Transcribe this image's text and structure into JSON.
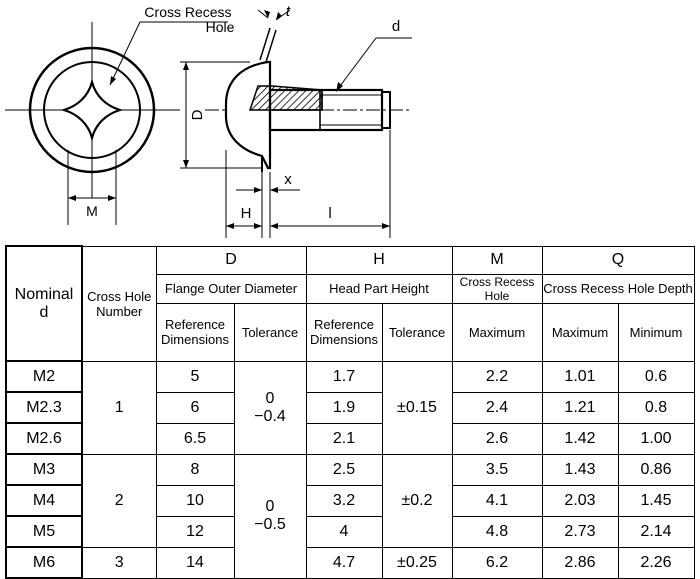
{
  "drawing": {
    "label_cross_recess_line1": "Cross Recess",
    "label_cross_recess_line2": "Hole",
    "label_t": "t",
    "label_d": "d",
    "label_D": "D",
    "label_M": "M",
    "label_H": "H",
    "label_x": "x",
    "label_l": "l"
  },
  "table": {
    "header": {
      "nominal_line1": "Nominal",
      "nominal_line2": "d",
      "cross_hole_line1": "Cross Hole",
      "cross_hole_line2": "Number",
      "D": "D",
      "H": "H",
      "M": "M",
      "Q": "Q",
      "D_sub": "Flange Outer Diameter",
      "H_sub": "Head Part Height",
      "M_sub": "Cross Recess Hole",
      "Q_sub": "Cross Recess Hole Depth",
      "ref_line1": "Reference",
      "ref_line2": "Dimensions",
      "tolerance": "Tolerance",
      "maximum": "Maximum",
      "minimum": "Minimum"
    },
    "rows": [
      {
        "nominal": "M2",
        "D_ref": "5",
        "H_ref": "1.7",
        "M_max": "2.2",
        "Q_max": "1.01",
        "Q_min": "0.6"
      },
      {
        "nominal": "M2.3",
        "D_ref": "6",
        "H_ref": "1.9",
        "M_max": "2.4",
        "Q_max": "1.21",
        "Q_min": "0.8"
      },
      {
        "nominal": "M2.6",
        "D_ref": "6.5",
        "H_ref": "2.1",
        "M_max": "2.6",
        "Q_max": "1.42",
        "Q_min": "1.00"
      },
      {
        "nominal": "M3",
        "D_ref": "8",
        "H_ref": "2.5",
        "M_max": "3.5",
        "Q_max": "1.43",
        "Q_min": "0.86"
      },
      {
        "nominal": "M4",
        "D_ref": "10",
        "H_ref": "3.2",
        "M_max": "4.1",
        "Q_max": "2.03",
        "Q_min": "1.45"
      },
      {
        "nominal": "M5",
        "D_ref": "12",
        "H_ref": "4",
        "M_max": "4.8",
        "Q_max": "2.73",
        "Q_min": "2.14"
      },
      {
        "nominal": "M6",
        "D_ref": "14",
        "H_ref": "4.7",
        "M_max": "6.2",
        "Q_max": "2.86",
        "Q_min": "2.26"
      }
    ],
    "cross_hole_groups": [
      "1",
      "2",
      "3"
    ],
    "D_tol_groups": [
      {
        "upper": "0",
        "lower": "−0.4"
      },
      {
        "upper": "0",
        "lower": "−0.5"
      }
    ],
    "H_tol_groups": [
      "±0.15",
      "±0.2",
      "±0.25"
    ]
  }
}
